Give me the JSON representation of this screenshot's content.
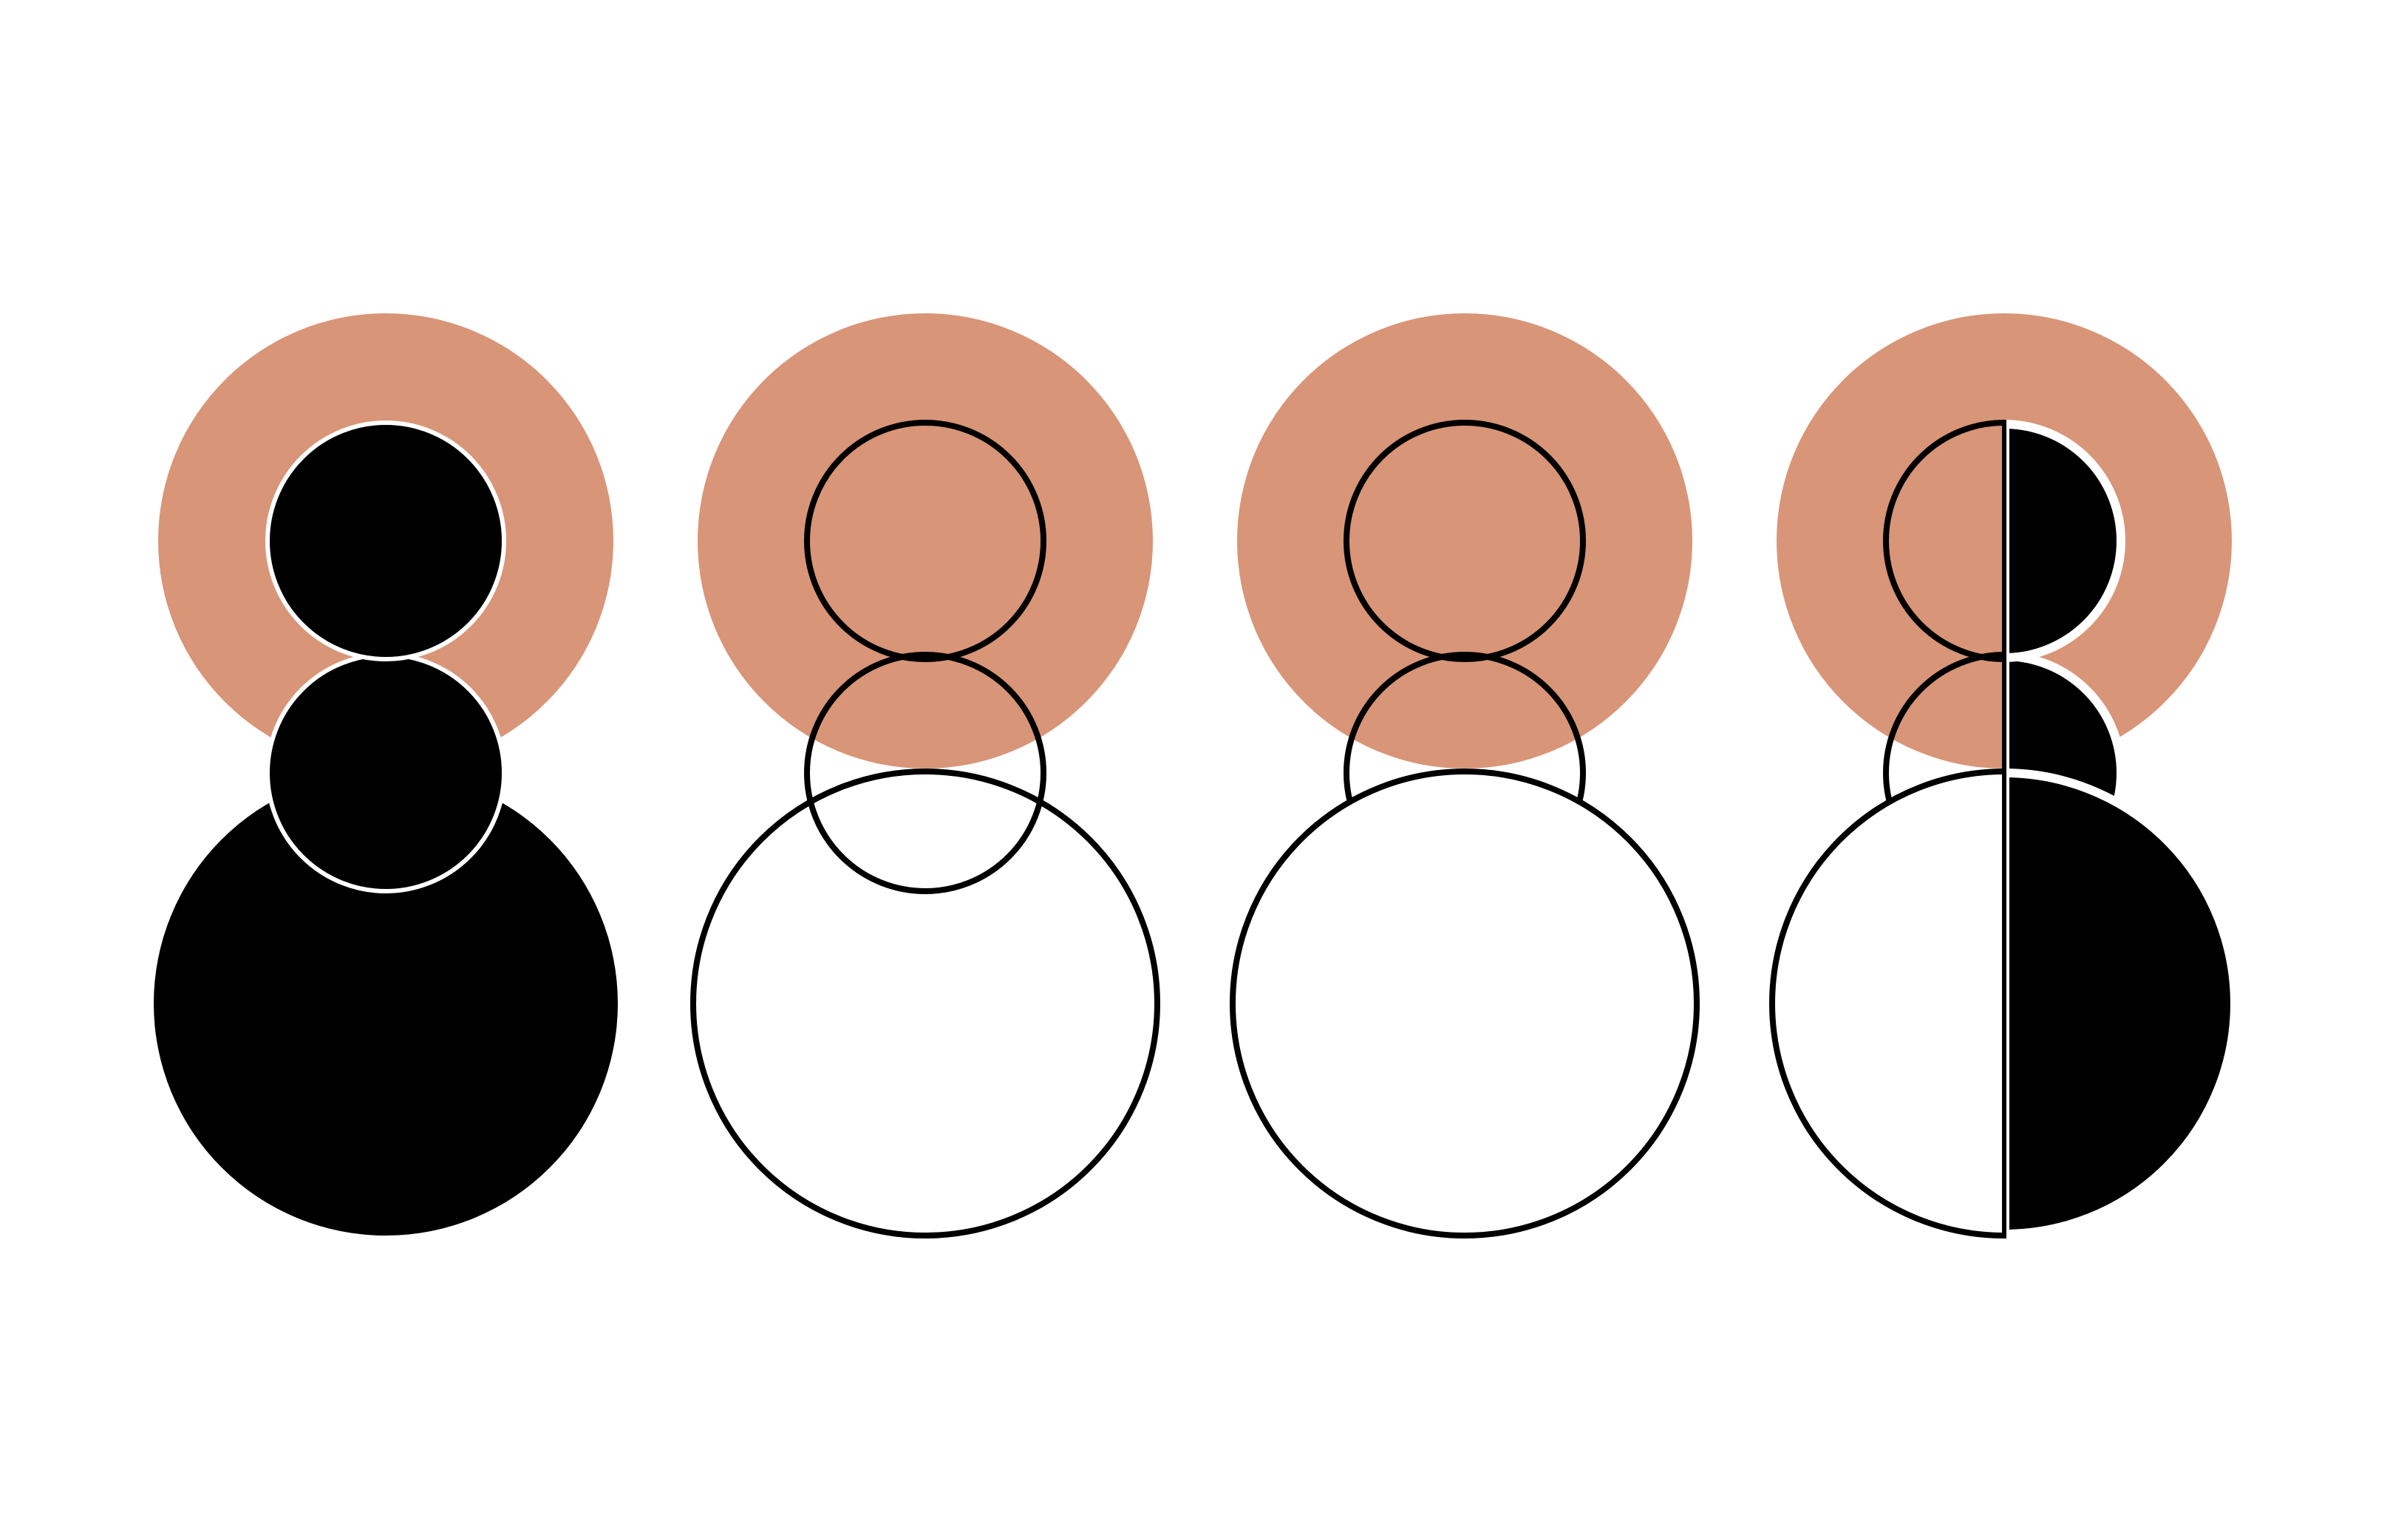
{
  "colors": {
    "background": "#ffffff",
    "accent_disc": "#d89578",
    "ink": "#000000",
    "paper": "#ffffff"
  },
  "figures": [
    {
      "name": "figure-1",
      "variant": "filled"
    },
    {
      "name": "figure-2",
      "variant": "outlined-overlapping"
    },
    {
      "name": "figure-3",
      "variant": "outlined-occluded"
    },
    {
      "name": "figure-4",
      "variant": "split-half"
    }
  ]
}
